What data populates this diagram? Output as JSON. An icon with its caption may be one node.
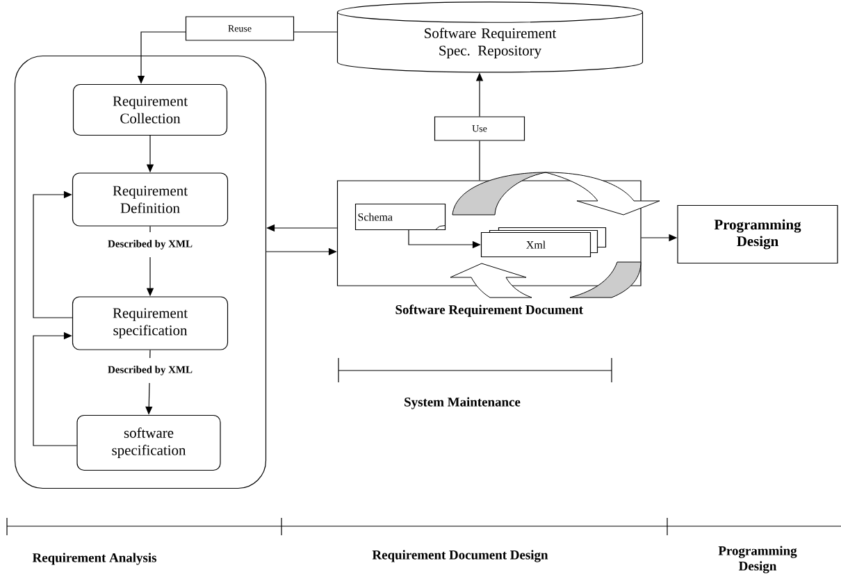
{
  "diagram": {
    "nodes": [
      {
        "text": [],
        "shape": "box"
      },
      {
        "text": [
          "Requirement Collection"
        ],
        "in": 0
      },
      {
        "text": [
          "Requirement Definition"
        ],
        "in": 0
      },
      {
        "text": [
          "Requirement specification"
        ],
        "in": 0
      },
      {
        "text": [
          "software specification"
        ],
        "in": 0
      },
      {
        "text": [
          "Software Requirement Spec. Repository"
        ]
      },
      {
        "text": [
          "Software Requirement Document"
        ]
      },
      {
        "text": [
          "Schema"
        ],
        "in": 6
      },
      {
        "text": [
          "Xml"
        ],
        "in": 6
      },
      {
        "text": [
          "Programming Design"
        ]
      },
      {
        "text": [
          "Reuse"
        ]
      },
      {
        "text": [
          "Use"
        ]
      }
    ],
    "edges": [
      {
        "from": 5,
        "to": 10,
        "arrow": "none"
      },
      {
        "from": 10,
        "to": 1,
        "arrow": "to"
      },
      {
        "from": 6,
        "to": 11,
        "arrow": "none"
      },
      {
        "from": 11,
        "to": 5,
        "arrow": "to"
      },
      {
        "from": 1,
        "to": 2,
        "arrow": "to"
      },
      {
        "from": 2,
        "to": 3,
        "arrow": "to",
        "label": "Described by XML"
      },
      {
        "from": 3,
        "to": 4,
        "arrow": "to",
        "label": "Described by XML"
      },
      {
        "from": 3,
        "to": 2,
        "arrow": "to"
      },
      {
        "from": 4,
        "to": 3,
        "arrow": "to"
      },
      {
        "from": 6,
        "to": 0,
        "arrow": "to"
      },
      {
        "from": 0,
        "to": 6,
        "arrow": "to"
      },
      {
        "from": 7,
        "to": 8,
        "arrow": "to"
      },
      {
        "from": 6,
        "to": 9,
        "arrow": "to"
      }
    ],
    "labels": [
      "System Maintenance",
      "Requirement Analysis",
      "Requirement Document Design",
      "Programming Design"
    ]
  }
}
